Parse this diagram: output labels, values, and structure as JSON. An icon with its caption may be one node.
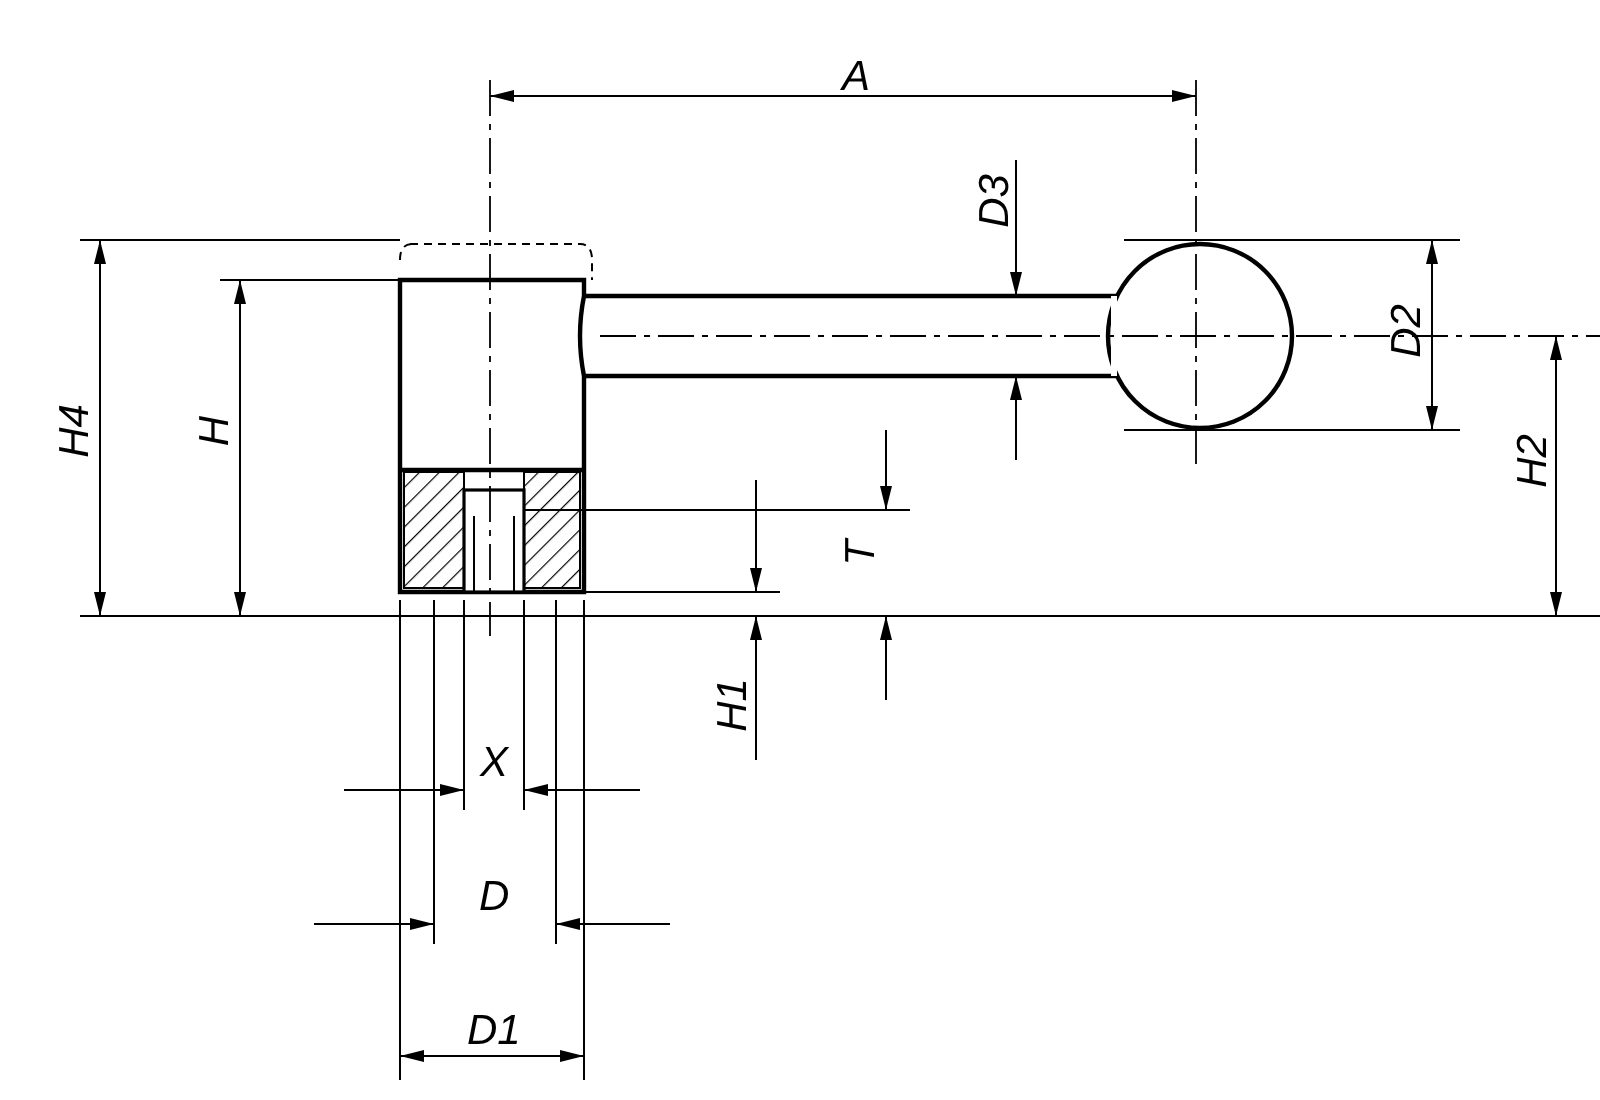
{
  "diagram": {
    "labels": [
      "A",
      "D3",
      "D2",
      "H4",
      "H",
      "H2",
      "T",
      "H1",
      "X",
      "D",
      "D1"
    ]
  }
}
